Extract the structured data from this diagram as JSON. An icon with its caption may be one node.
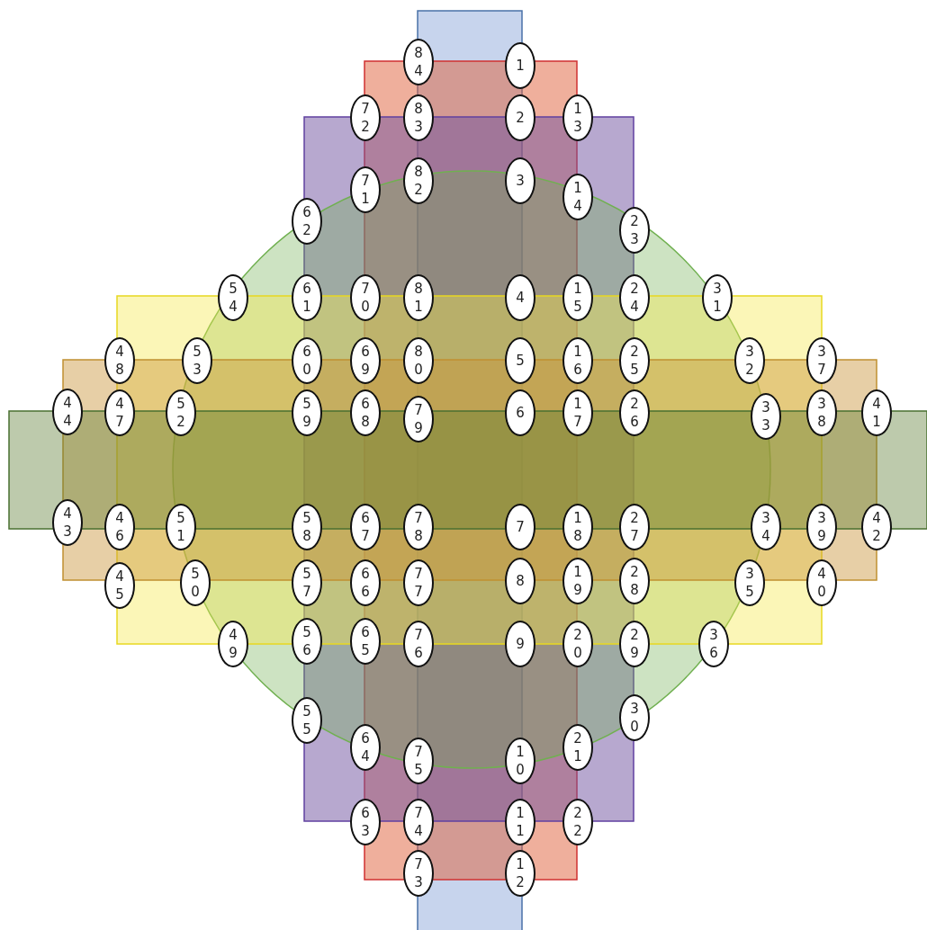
{
  "diagram": {
    "nodes": [
      {
        "text": [
          "1"
        ]
      },
      {
        "text": [
          "2"
        ]
      },
      {
        "text": [
          "3"
        ]
      },
      {
        "text": [
          "4"
        ]
      },
      {
        "text": [
          "5"
        ]
      },
      {
        "text": [
          "6"
        ]
      },
      {
        "text": [
          "7"
        ]
      },
      {
        "text": [
          "8"
        ]
      },
      {
        "text": [
          "9"
        ]
      },
      {
        "text": [
          "10"
        ]
      },
      {
        "text": [
          "11"
        ]
      },
      {
        "text": [
          "12"
        ]
      },
      {
        "text": [
          "13"
        ]
      },
      {
        "text": [
          "14"
        ]
      },
      {
        "text": [
          "15"
        ]
      },
      {
        "text": [
          "16"
        ]
      },
      {
        "text": [
          "17"
        ]
      },
      {
        "text": [
          "18"
        ]
      },
      {
        "text": [
          "19"
        ]
      },
      {
        "text": [
          "20"
        ]
      },
      {
        "text": [
          "21"
        ]
      },
      {
        "text": [
          "22"
        ]
      },
      {
        "text": [
          "23"
        ]
      },
      {
        "text": [
          "24"
        ]
      },
      {
        "text": [
          "25"
        ]
      },
      {
        "text": [
          "26"
        ]
      },
      {
        "text": [
          "27"
        ]
      },
      {
        "text": [
          "28"
        ]
      },
      {
        "text": [
          "29"
        ]
      },
      {
        "text": [
          "30"
        ]
      },
      {
        "text": [
          "31"
        ]
      },
      {
        "text": [
          "32"
        ]
      },
      {
        "text": [
          "33"
        ]
      },
      {
        "text": [
          "34"
        ]
      },
      {
        "text": [
          "35"
        ]
      },
      {
        "text": [
          "36"
        ]
      },
      {
        "text": [
          "37"
        ]
      },
      {
        "text": [
          "38"
        ]
      },
      {
        "text": [
          "39"
        ]
      },
      {
        "text": [
          "40"
        ]
      },
      {
        "text": [
          "41"
        ]
      },
      {
        "text": [
          "42"
        ]
      },
      {
        "text": [
          "43"
        ]
      },
      {
        "text": [
          "44"
        ]
      },
      {
        "text": [
          "45"
        ]
      },
      {
        "text": [
          "46"
        ]
      },
      {
        "text": [
          "47"
        ]
      },
      {
        "text": [
          "48"
        ]
      },
      {
        "text": [
          "49"
        ]
      },
      {
        "text": [
          "50"
        ]
      },
      {
        "text": [
          "51"
        ]
      },
      {
        "text": [
          "52"
        ]
      },
      {
        "text": [
          "53"
        ]
      },
      {
        "text": [
          "54"
        ]
      },
      {
        "text": [
          "55"
        ]
      },
      {
        "text": [
          "56"
        ]
      },
      {
        "text": [
          "57"
        ]
      },
      {
        "text": [
          "58"
        ]
      },
      {
        "text": [
          "59"
        ]
      },
      {
        "text": [
          "60"
        ]
      },
      {
        "text": [
          "61"
        ]
      },
      {
        "text": [
          "62"
        ]
      },
      {
        "text": [
          "63"
        ]
      },
      {
        "text": [
          "64"
        ]
      },
      {
        "text": [
          "65"
        ]
      },
      {
        "text": [
          "66"
        ]
      },
      {
        "text": [
          "67"
        ]
      },
      {
        "text": [
          "68"
        ]
      },
      {
        "text": [
          "69"
        ]
      },
      {
        "text": [
          "70"
        ]
      },
      {
        "text": [
          "71"
        ]
      },
      {
        "text": [
          "72"
        ]
      },
      {
        "text": [
          "73"
        ]
      },
      {
        "text": [
          "74"
        ]
      },
      {
        "text": [
          "75"
        ]
      },
      {
        "text": [
          "76"
        ]
      },
      {
        "text": [
          "77"
        ]
      },
      {
        "text": [
          "78"
        ]
      },
      {
        "text": [
          "79"
        ]
      },
      {
        "text": [
          "80"
        ]
      },
      {
        "text": [
          "81"
        ]
      },
      {
        "text": [
          "82"
        ]
      },
      {
        "text": [
          "83"
        ]
      },
      {
        "text": [
          "84"
        ]
      }
    ]
  }
}
